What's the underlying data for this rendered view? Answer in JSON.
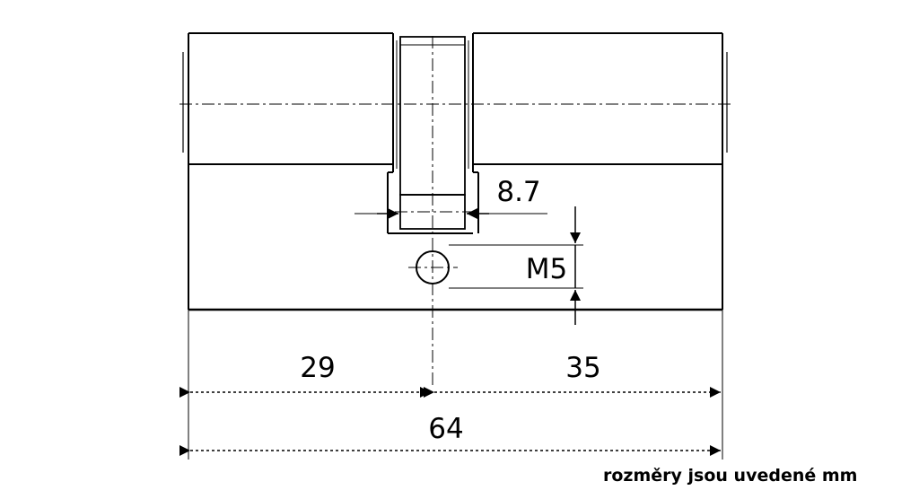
{
  "dimensions": {
    "left_length": "29",
    "right_length": "35",
    "total_length": "64",
    "cam_width": "8.7",
    "screw_thread": "M5"
  },
  "caption": "rozměry jsou uvedené mm",
  "colors": {
    "line": "#000000",
    "background": "#ffffff"
  }
}
